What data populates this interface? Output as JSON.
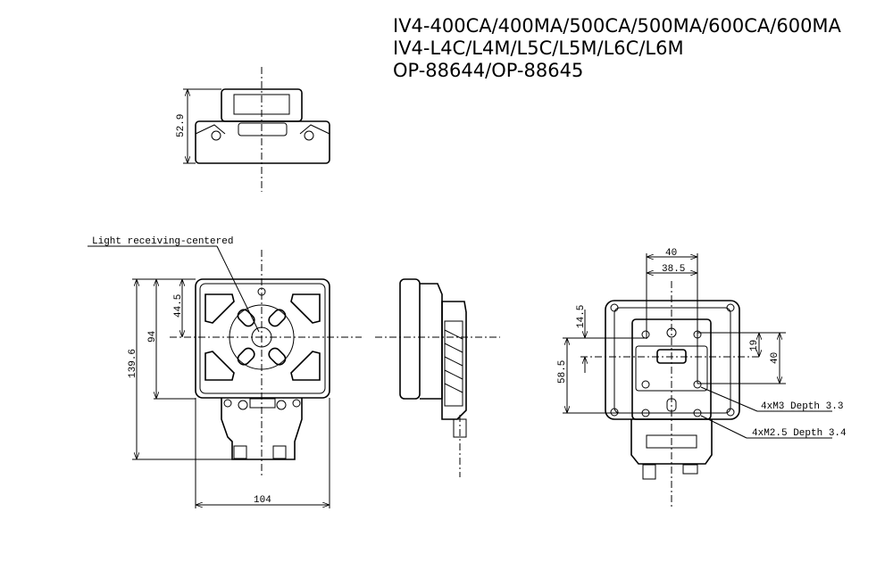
{
  "titles": {
    "line1": "IV4-400CA/400MA/500CA/500MA/600CA/600MA",
    "line2": "IV4-L4C/L4M/L5C/L5M/L6C/L6M",
    "line3": "OP-88644/OP-88645"
  },
  "top_view": {
    "height_dim": "52.9"
  },
  "front_view": {
    "callout": "Light receiving-centered",
    "dim_total_height": "139.6",
    "dim_body_height": "94",
    "dim_center_offset": "44.5",
    "dim_width": "104"
  },
  "back_view": {
    "dim_outer_width": "40",
    "dim_inner_width": "38.5",
    "dim_top_offset": "14.5",
    "dim_lower_offset": "58.5",
    "dim_hole_offset": "19",
    "dim_hole_span": "40",
    "callout_m3": "4xM3 Depth 3.3",
    "callout_m25": "4xM2.5 Depth 3.4"
  }
}
